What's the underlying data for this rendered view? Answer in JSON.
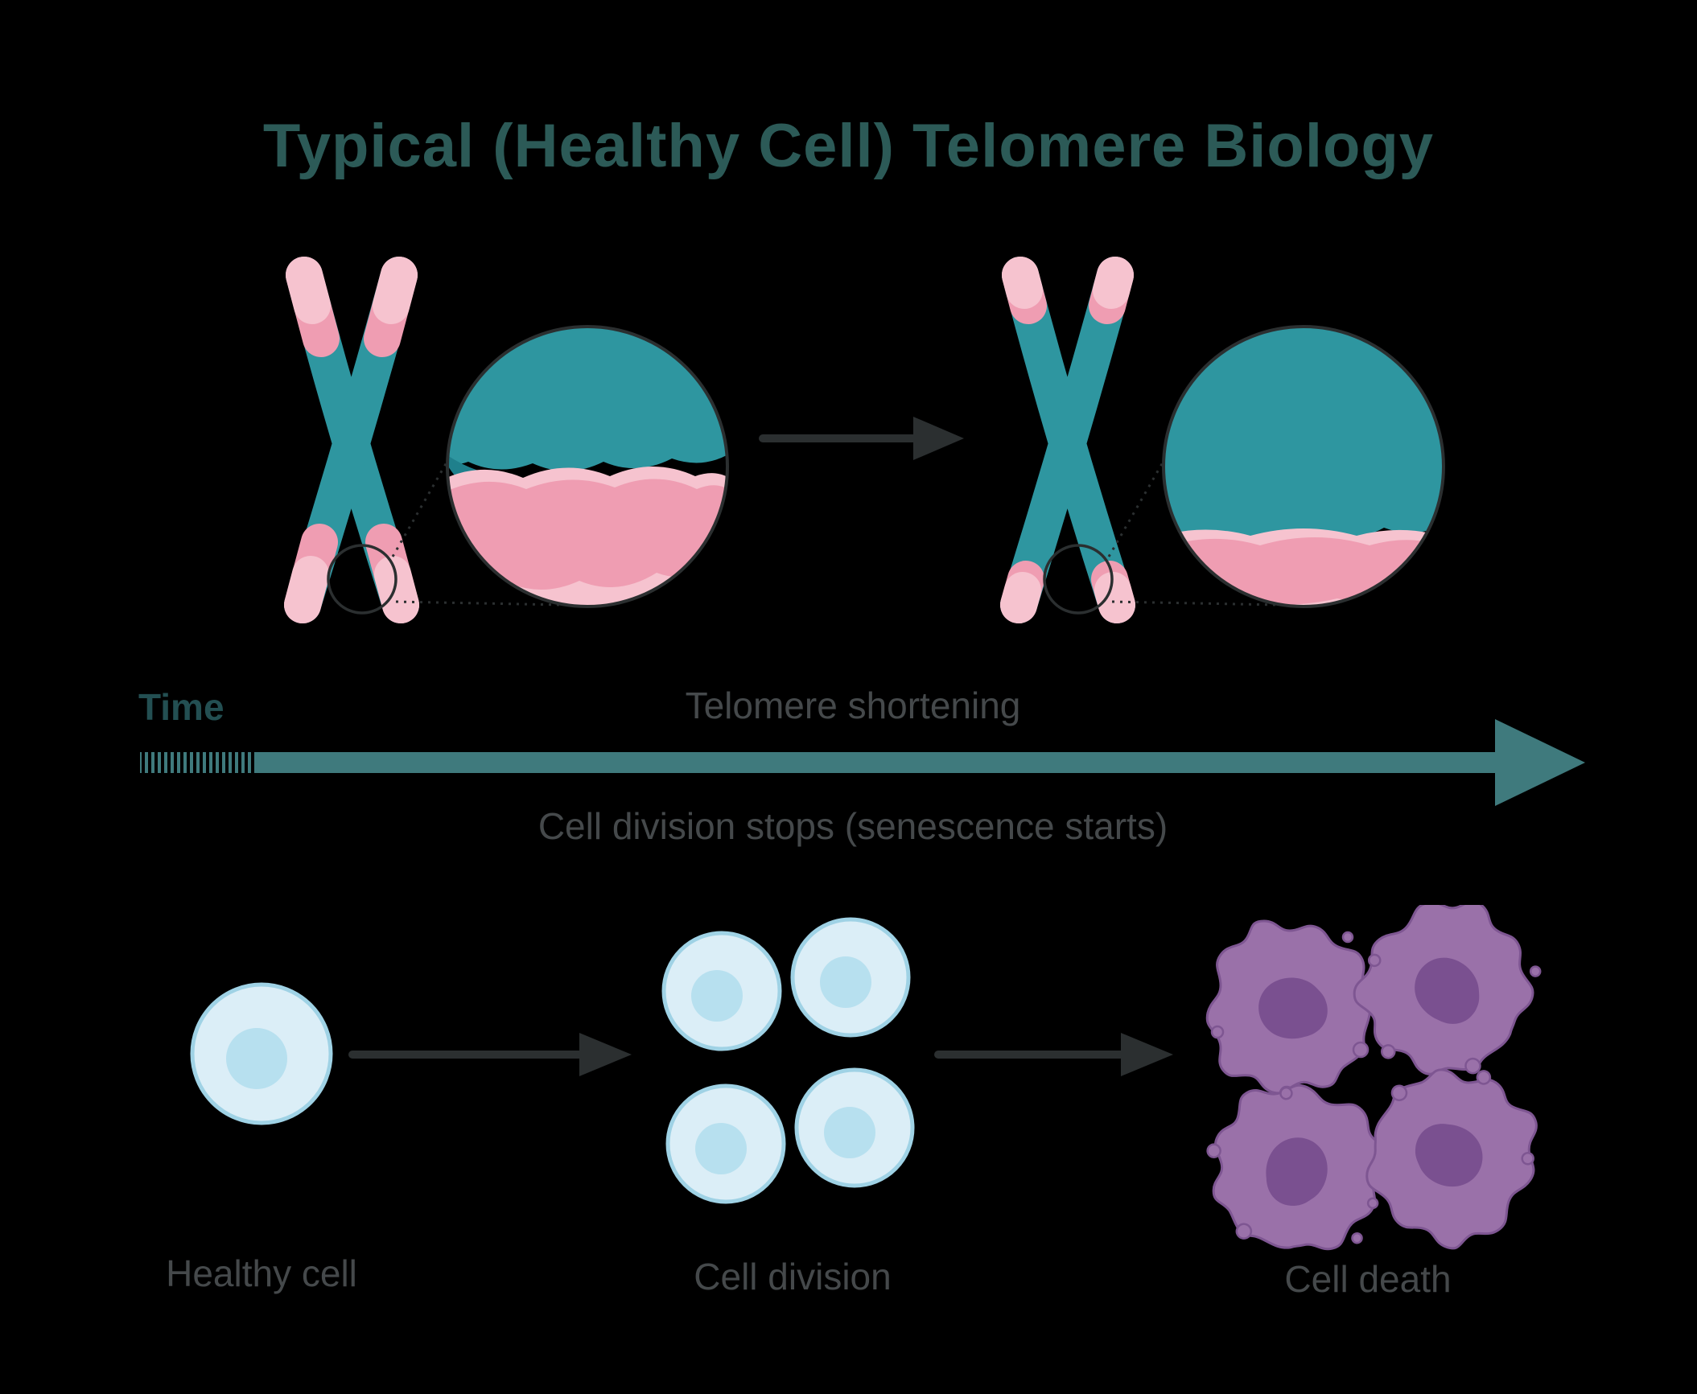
{
  "title": "Typical (Healthy Cell) Telomere Biology",
  "timeline": {
    "time_label": "Time",
    "above_arrow_label": "Telomere shortening",
    "below_arrow_label": "Cell division stops (senescence starts)"
  },
  "stages": [
    {
      "label": "Healthy cell"
    },
    {
      "label": "Cell division"
    },
    {
      "label": "Cell death"
    }
  ],
  "colors": {
    "background": "#000000",
    "title_text": "#2c5a57",
    "body_text": "#45494b",
    "time_text": "#234f52",
    "timeline_arrow": "#3f7a7d",
    "chromosome_teal": "#2e96a0",
    "chromosome_teal_dark": "#1f808c",
    "telomere_pink": "#ef9db2",
    "telomere_pink_light": "#f6c3cf",
    "outline_dark": "#2b2f30",
    "healthy_cell_fill": "#dbeef7",
    "healthy_cell_border": "#9fd2e5",
    "healthy_cell_nucleus": "#b7e0ef",
    "dead_cell_fill": "#9a71a9",
    "dead_cell_nucleus": "#7a5090"
  }
}
